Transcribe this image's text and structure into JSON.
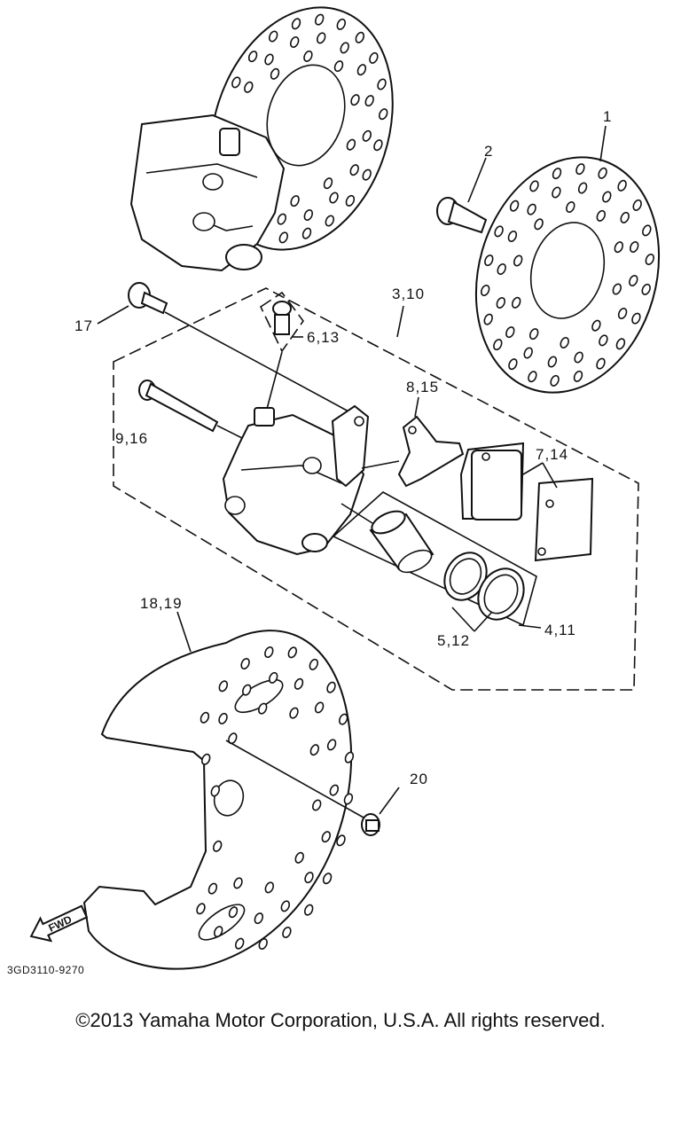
{
  "diagram": {
    "labels": {
      "p1": "1",
      "p2": "2",
      "p3_10": "3,10",
      "p17": "17",
      "p6_13": "6,13",
      "p8_15": "8,15",
      "p9_16": "9,16",
      "p7_14": "7,14",
      "p18_19": "18,19",
      "p5_12": "5,12",
      "p4_11": "4,11",
      "p20": "20"
    },
    "fwd": "FWD",
    "drawing_code": "3GD3110-9270"
  },
  "footer": {
    "copyright": "©2013 Yamaha Motor Corporation, U.S.A. All rights reserved."
  }
}
